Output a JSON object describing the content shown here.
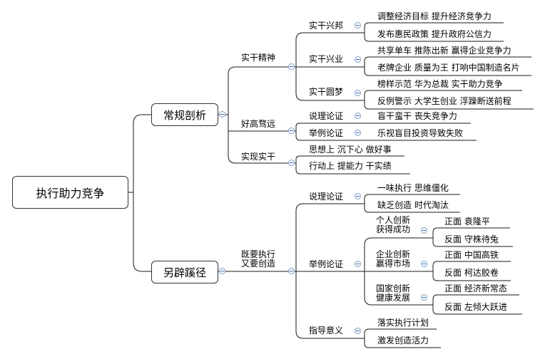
{
  "root": "执行助力竞争",
  "b1": {
    "title": "常规剖析",
    "s1": {
      "title": "实干精神",
      "a": {
        "title": "实干兴邦",
        "l1": "调整经济目标  提升经济竞争力",
        "l2": "发布惠民政策  提升政府公信力"
      },
      "b": {
        "title": "实干兴业",
        "l1": "共享单车  推陈出新  赢得企业竞争力",
        "l2": "老牌企业  质量为王  打响中国制造名片"
      },
      "c": {
        "title": "实干圆梦",
        "l1": "榜样示范  华为总裁  实干助力竞争",
        "l2": "反例警示  大学生创业  浮躁断送前程"
      }
    },
    "s2": {
      "title": "好高骛远",
      "a": {
        "title": "说理论证",
        "l1": "盲干蛮干  丧失竞争力"
      },
      "b": {
        "title": "举例论证",
        "l1": "乐视盲目投资导致失败"
      }
    },
    "s3": {
      "title": "实现实干",
      "l1": "思想上  沉下心  做好事",
      "l2": "行动上  提能力  干实绩"
    }
  },
  "b2": {
    "title": "另辟蹊径",
    "s1": {
      "title": "既要执行\n又要创造",
      "a": {
        "title": "说理论证",
        "l1": "一味执行  思维僵化",
        "l2": "缺乏创造  时代淘汰"
      },
      "b": {
        "title": "举例论证",
        "g1": {
          "title": "个人创新\n获得成功",
          "l1": "正面  袁隆平",
          "l2": "反面  守株待兔"
        },
        "g2": {
          "title": "企业创新\n赢得市场",
          "l1": "正面  中国高铁",
          "l2": "反面  柯达胶卷"
        },
        "g3": {
          "title": "国家创新\n健康发展",
          "l1": "正面  经济新常态",
          "l2": "反面  左倾大跃进"
        }
      },
      "c": {
        "title": "指导意义",
        "l1": "落实执行计划",
        "l2": "激发创造活力"
      }
    }
  }
}
